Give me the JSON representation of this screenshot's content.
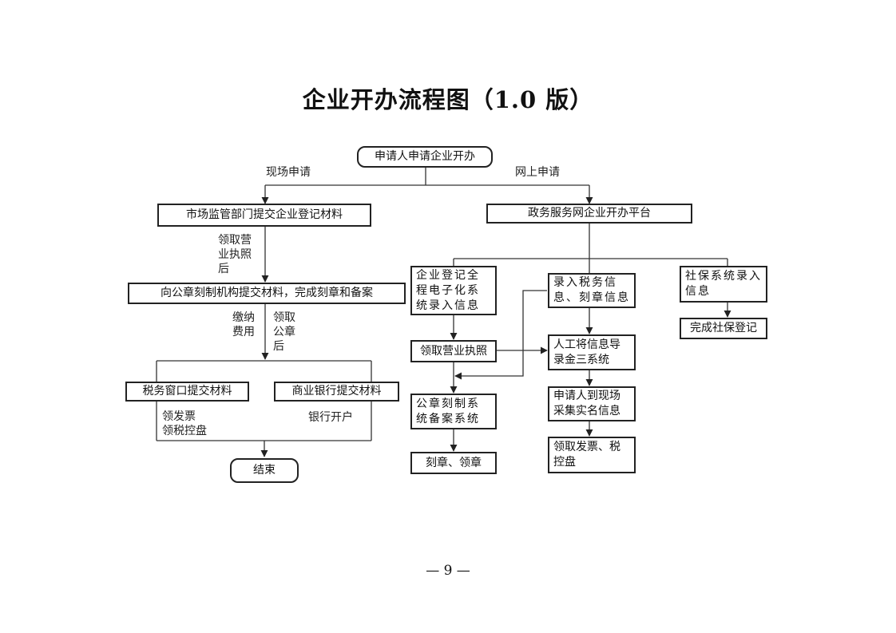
{
  "title": "企业开办流程图（1.0 版）",
  "page_number": "— 9 —",
  "nodes": {
    "start": "申请人申请企业开办",
    "market_supervision": "市场监管部门提交企业登记材料",
    "seal_carving_submit": "向公章刻制机构提交材料，完成刻章和备案",
    "tax_window": "税务窗口提交材料",
    "commercial_bank": "商业银行提交材料",
    "end": "结束",
    "gov_platform": "政务服务网企业开办平台",
    "full_e_registration": "企业登记全程电子化系统录入信息",
    "tax_seal_info": "录入税务信息、刻章信息",
    "social_security_entry": "社保系统录入信息",
    "receive_license": "领取营业执照",
    "manual_import": "人工将信息导录金三系统",
    "social_security_done": "完成社保登记",
    "seal_system": "公章刻制系统备案系统",
    "real_name": "申请人到现场采集实名信息",
    "seal_receive": "刻章、领章",
    "invoice_tax": "领取发票、税控盘"
  },
  "labels": {
    "onsite": "现场申请",
    "online": "网上申请",
    "after_license": "领取营\n业执照\n后",
    "pay_fee": "缴纳\n费用",
    "after_seal": "领取\n公章\n后",
    "invoice": "领发票\n领税控盘",
    "bank_account": "银行开户"
  }
}
